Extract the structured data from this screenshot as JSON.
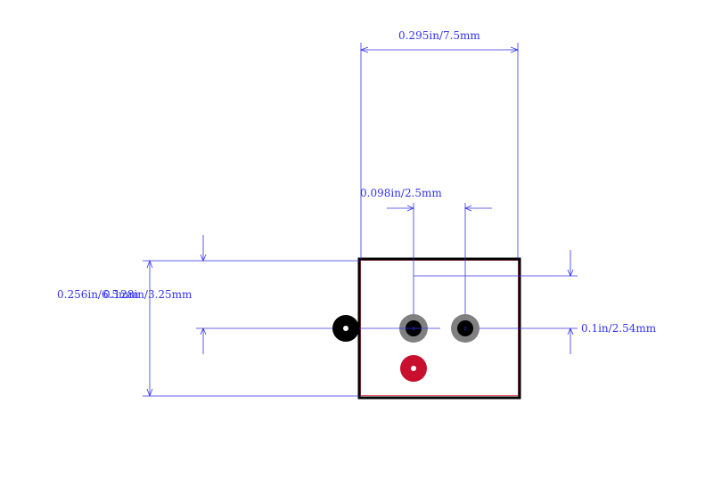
{
  "dimensions": {
    "body_width": "0.295in/7.5mm",
    "pin_pitch": "0.098in/2.5mm",
    "body_height": "0.256in/6.5mm",
    "pin_offset": "0.128in/3.25mm",
    "pin_offset_right": "0.1in/2.54mm"
  },
  "pins": {
    "pin1": "1",
    "pin2": "2"
  },
  "colors": {
    "dimension": "#3333ee",
    "outline": "#000000",
    "courtyard": "#e05060",
    "pad_ring": "#808080",
    "pad_hole": "#000000",
    "marker_red": "#c8102e",
    "marker_black": "#000000"
  }
}
